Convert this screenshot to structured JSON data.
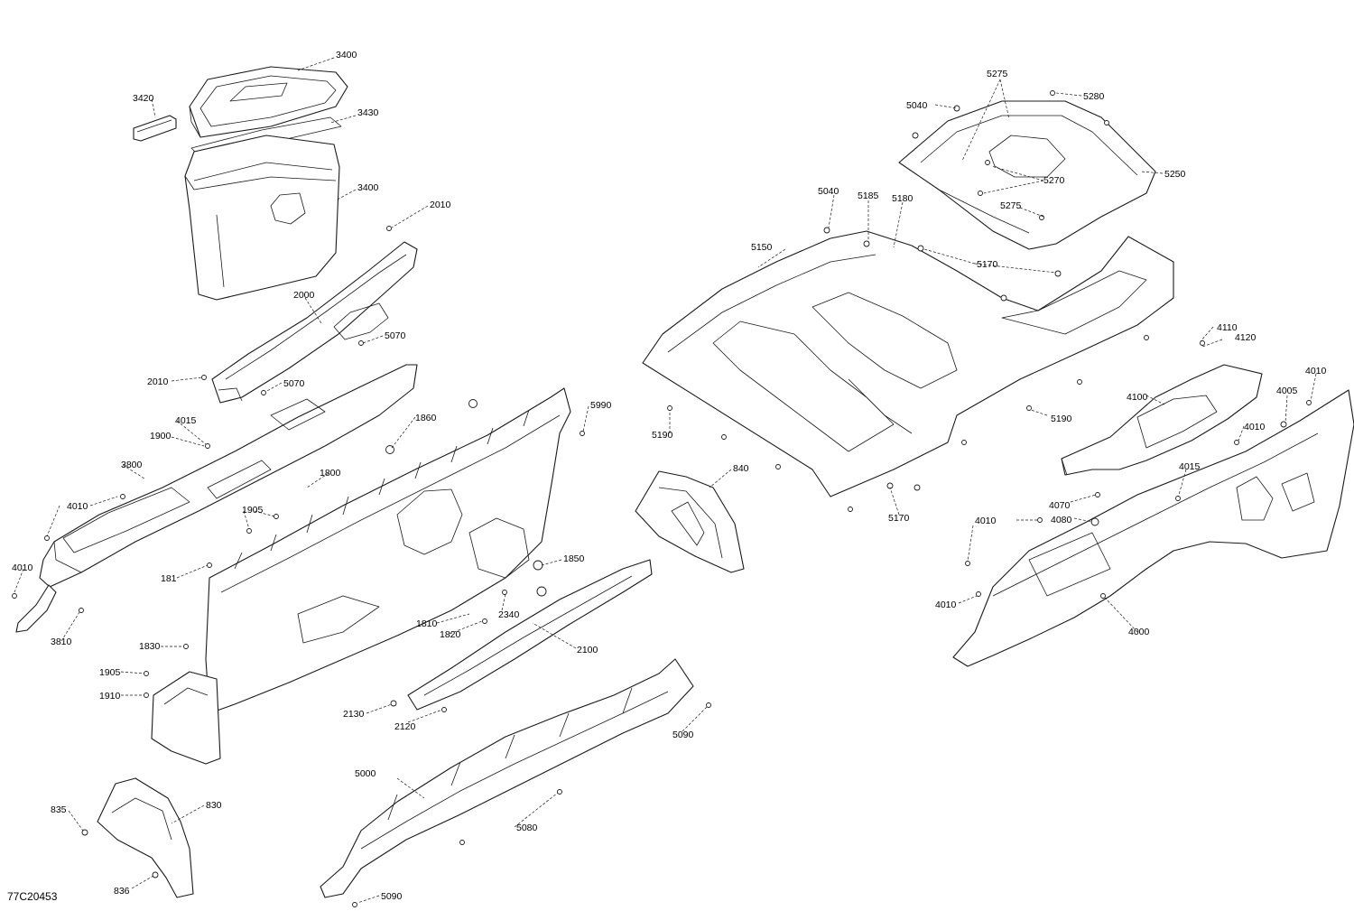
{
  "diagram": {
    "code": "77C20453",
    "callouts": [
      "3400",
      "3420",
      "3430",
      "3400",
      "2010",
      "2000",
      "5070",
      "2010",
      "5070",
      "4015",
      "1900",
      "3800",
      "4010",
      "4010",
      "3810",
      "1860",
      "5990",
      "1800",
      "1905",
      "181",
      "1850",
      "2340",
      "1810",
      "1820",
      "1830",
      "1905",
      "1910",
      "2100",
      "2130",
      "2120",
      "5090",
      "5000",
      "5080",
      "5090",
      "835",
      "830",
      "836",
      "5275",
      "5280",
      "5040",
      "5250",
      "5270",
      "5275",
      "5040",
      "5185",
      "5180",
      "5150",
      "5170",
      "5190",
      "5190",
      "840",
      "5170",
      "4110",
      "4120",
      "4100",
      "4010",
      "4005",
      "4010",
      "4015",
      "4070",
      "4080",
      "4010",
      "4010",
      "4000"
    ]
  }
}
